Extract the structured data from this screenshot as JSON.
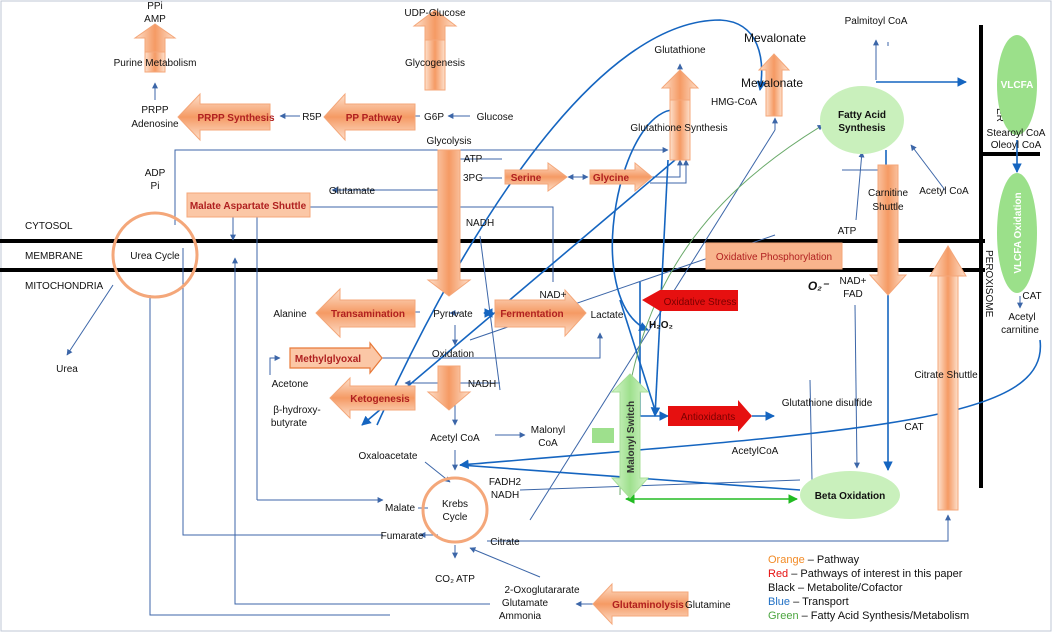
{
  "zones": {
    "cytosol": "CYTOSOL",
    "membrane": "MEMBRANE",
    "mitochondria": "MITOCHONDRIA",
    "er": "ER",
    "peroxisome": "PEROXISOME"
  },
  "pathways": {
    "purine_metabolism": "Purine Metabolism",
    "glycogenesis": "Glycogenesis",
    "prpp_synthesis": "PRPP Synthesis",
    "pp_pathway": "PP Pathway",
    "glycolysis": "Glycolysis",
    "serine": "Serine",
    "glycine": "Glycine",
    "glutathione_synthesis": "Glutathione Synthesis",
    "mevalonate_arrow": "Mevalonate",
    "malate_aspartate_shuttle": "Malate Aspartate Shuttle",
    "oxidative_phosphorylation": "Oxidative Phosphorylation",
    "transamination": "Transamination",
    "fermentation": "Fermentation",
    "methylglyoxal": "Methylglyoxal",
    "ketogenesis": "Ketogenesis",
    "carnitine_shuttle_1": "Carnitine",
    "carnitine_shuttle_2": "Shuttle",
    "citrate_shuttle": "Citrate Shuttle",
    "glutaminolysis": "Glutaminolysis",
    "malonyl_switch": "Malonyl Switch"
  },
  "interest": {
    "oxidative_stress": "Oxidative Stress",
    "antioxidants": "Antioxidants"
  },
  "nodes": {
    "fatty_acid_synthesis_1": "Fatty Acid",
    "fatty_acid_synthesis_2": "Synthesis",
    "beta_oxidation": "Beta Oxidation",
    "vlcfa": "VLCFA",
    "vlcfa_oxidation": "VLCFA Oxidation",
    "urea_cycle": "Urea Cycle",
    "krebs_1": "Krebs",
    "krebs_2": "Cycle"
  },
  "metabolites": {
    "ppi": "PPi",
    "amp": "AMP",
    "udp_glucose": "UDP-Glucose",
    "prpp": "PRPP",
    "adenosine": "Adenosine",
    "r5p": "R5P",
    "g6p": "G6P",
    "glucose": "Glucose",
    "glutathione": "Glutathione",
    "mevalonate_top": "Mevalonate",
    "hmg_coa": "HMG-CoA",
    "palmitoyl_coa": "Palmitoyl CoA",
    "stearoyl_coa": "Stearoyl CoA",
    "oleoyl_coa": "Oleoyl CoA",
    "adp": "ADP",
    "pi": "Pi",
    "atp_1": "ATP",
    "pg3": "3PG",
    "glutamate_1": "Glutamate",
    "nadh_1": "NADH",
    "atp_2": "ATP",
    "acetyl_coa_1": "Acetyl CoA",
    "nad_plus_1": "NAD+",
    "alanine": "Alanine",
    "pyruvate": "Pyruvate",
    "lactate": "Lactate",
    "nad_plus_2": "NAD+",
    "fad": "FAD",
    "o2_radical": "O₂⁻",
    "h2o2": "H₂O₂",
    "oxidation": "Oxidation",
    "acetone": "Acetone",
    "beta_hydroxy_1": "β-hydroxy-",
    "beta_hydroxy_2": "butyrate",
    "nadh_2": "NADH",
    "glutathione_disulfide": "Glutathione disulfide",
    "cat_1": "CAT",
    "cat_2": "CAT",
    "acetyl_carnitine_1": "Acetyl",
    "acetyl_carnitine_2": "carnitine",
    "acetyl_coa_2": "Acetyl CoA",
    "malonyl_coa_1": "Malonyl",
    "malonyl_coa_2": "CoA",
    "acetylcoa_3": "AcetylCoA",
    "oxaloacetate": "Oxaloacetate",
    "urea": "Urea",
    "fadh2": "FADH2",
    "nadh_3": "NADH",
    "malate": "Malate",
    "fumarate": "Fumarate",
    "citrate": "Citrate",
    "co2_atp": "CO₂ ATP",
    "oxoglutarate": "2-Oxoglutararate",
    "glutamate_2": "Glutamate",
    "ammonia": "Ammonia",
    "glutamine": "Glutamine"
  },
  "legend": [
    {
      "key": "Orange",
      "text": " – Pathway",
      "color": "#f28c28"
    },
    {
      "key": "Red",
      "text": " – Pathways of interest in this paper",
      "color": "#e61010"
    },
    {
      "key": "Black",
      "text": " – Metabolite/Cofactor",
      "color": "#111111"
    },
    {
      "key": "Blue",
      "text": " – Transport",
      "color": "#1f6fc4"
    },
    {
      "key": "Green",
      "text": " – Fatty Acid Synthesis/Metabolism",
      "color": "#4ca640"
    }
  ],
  "colors": {
    "pathway": "#f9b48a",
    "interest": "#e61010",
    "transport": "#1f6fc4",
    "fatty_acid": "#c9f0bc",
    "line": "#3c66a8"
  }
}
